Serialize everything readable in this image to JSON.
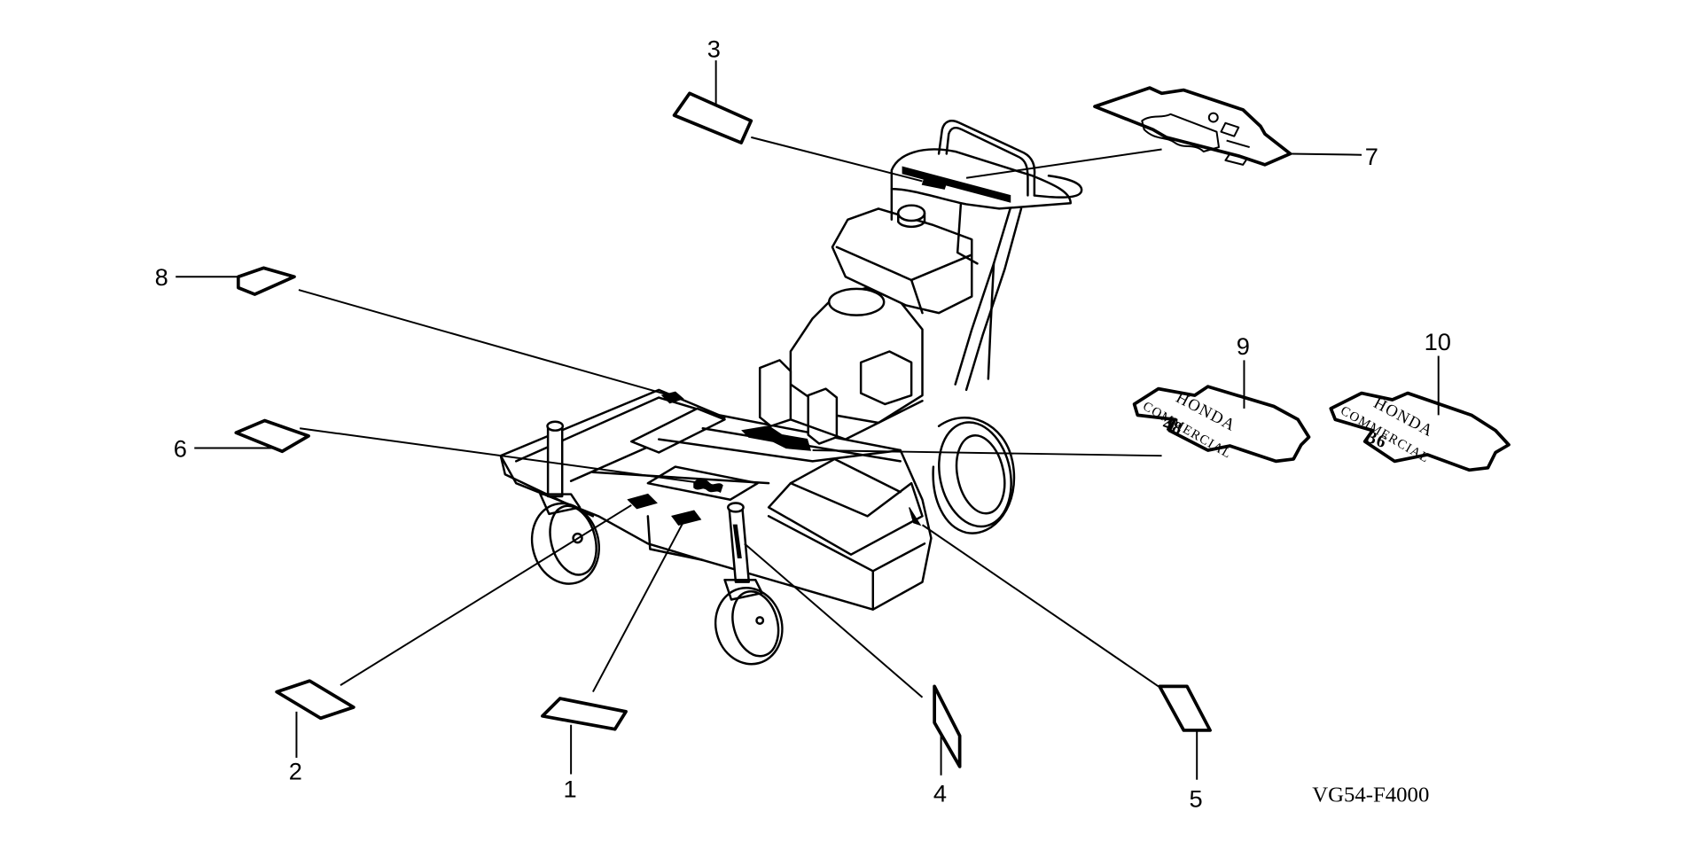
{
  "diagram": {
    "title": "Labels / decals exploded parts diagram",
    "drawing_code": "VG54-F4000",
    "callouts": [
      {
        "id": "1",
        "label": "1"
      },
      {
        "id": "2",
        "label": "2"
      },
      {
        "id": "3",
        "label": "3"
      },
      {
        "id": "4",
        "label": "4"
      },
      {
        "id": "5",
        "label": "5"
      },
      {
        "id": "6",
        "label": "6"
      },
      {
        "id": "7",
        "label": "7"
      },
      {
        "id": "8",
        "label": "8"
      },
      {
        "id": "9",
        "label": "9"
      },
      {
        "id": "10",
        "label": "10"
      }
    ],
    "decal_9": {
      "line1": "HONDA",
      "line2": "COMMERCIAL",
      "model": "48"
    },
    "decal_10": {
      "line1": "HONDA",
      "line2": "COMMERCIAL",
      "model": "36"
    },
    "colors": {
      "ink": "#000000",
      "background": "#ffffff"
    }
  }
}
